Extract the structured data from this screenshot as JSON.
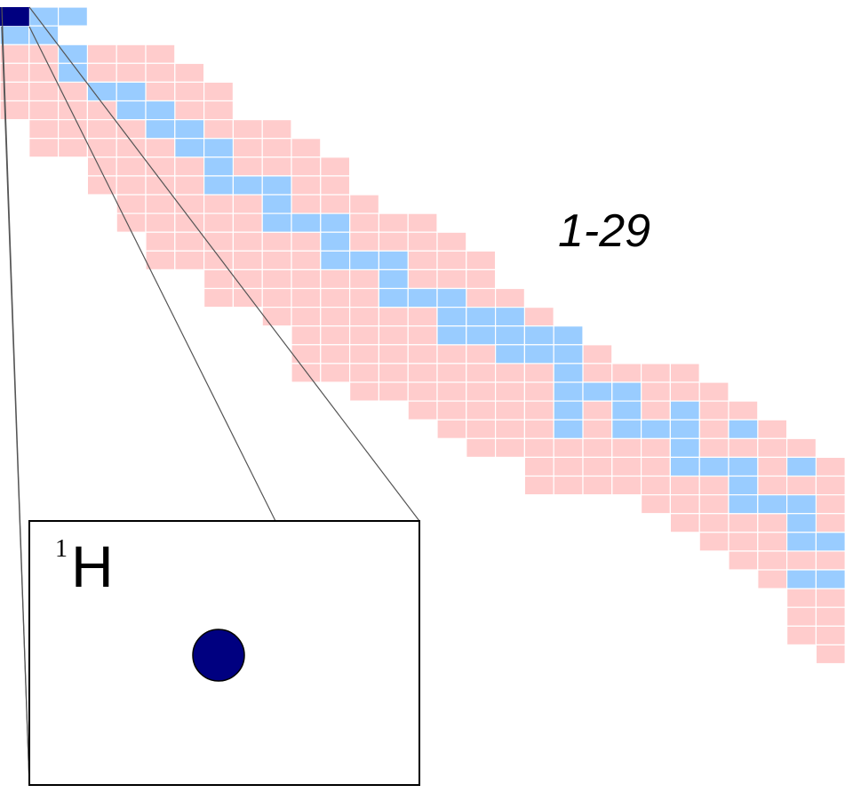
{
  "diagram": {
    "range_label": "1-29",
    "inset": {
      "mass_number": "1",
      "element_symbol": "H"
    }
  },
  "colors": {
    "known_isotope": "#ffcccc",
    "stable_isotope": "#99ccff",
    "highlighted_nuclide": "#000080",
    "outline": "#000000",
    "connector": "#555555"
  },
  "chart_data": {
    "type": "nuclide-chart",
    "highlighted": {
      "mass_number": 1,
      "symbol": "H"
    },
    "range_label": "1-29",
    "categories": [
      "highlighted",
      "stable",
      "known"
    ],
    "stable_cells_by_row": [
      [
        1,
        2
      ],
      [
        0,
        1
      ],
      [
        2
      ],
      [
        2
      ],
      [
        3,
        4
      ],
      [
        4,
        5
      ],
      [
        5,
        6
      ],
      [
        6,
        7
      ],
      [
        7
      ],
      [
        7,
        8,
        9
      ],
      [
        9
      ],
      [
        9,
        10,
        11
      ],
      [
        11
      ],
      [
        11,
        12,
        13
      ],
      [
        13
      ],
      [
        13,
        14,
        15
      ],
      [
        15,
        16,
        17
      ],
      [
        15,
        16,
        17,
        18,
        19
      ],
      [
        17,
        18,
        19
      ],
      [
        19
      ],
      [
        19,
        20,
        21
      ],
      [
        19,
        21,
        23
      ],
      [
        19,
        21,
        22,
        23,
        25
      ],
      [
        23
      ],
      [
        23,
        24,
        25,
        27
      ],
      [
        25
      ],
      [
        25,
        26,
        27
      ],
      [
        27
      ],
      [
        27,
        28
      ],
      [],
      [
        27,
        28
      ]
    ],
    "known_cells_by_row": [
      [
        0,
        0
      ],
      [
        0,
        1
      ],
      [
        0,
        5
      ],
      [
        0,
        6
      ],
      [
        0,
        7
      ],
      [
        0,
        7
      ],
      [
        1,
        9
      ],
      [
        1,
        10
      ],
      [
        3,
        11
      ],
      [
        3,
        11
      ],
      [
        4,
        12
      ],
      [
        4,
        14
      ],
      [
        5,
        15
      ],
      [
        5,
        16
      ],
      [
        7,
        16
      ],
      [
        7,
        17
      ],
      [
        9,
        18
      ],
      [
        10,
        19
      ],
      [
        10,
        20
      ],
      [
        10,
        23
      ],
      [
        12,
        24
      ],
      [
        14,
        25
      ],
      [
        15,
        26
      ],
      [
        16,
        27
      ],
      [
        18,
        28
      ],
      [
        18,
        28
      ],
      [
        22,
        28
      ],
      [
        23,
        28
      ],
      [
        24,
        28
      ],
      [
        25,
        28
      ],
      [
        26,
        28
      ],
      [
        27,
        28
      ],
      [
        27,
        28
      ],
      [
        27,
        28
      ],
      [
        28,
        28
      ]
    ]
  }
}
